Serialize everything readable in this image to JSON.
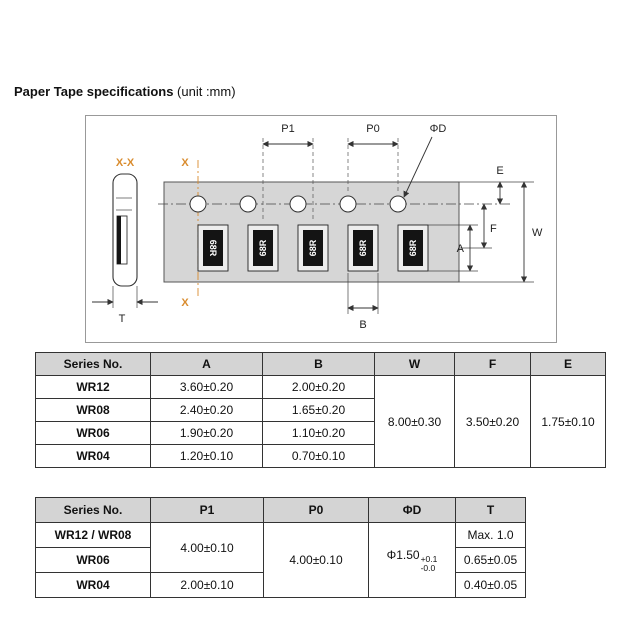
{
  "page": {
    "title_bold": "Paper Tape specifications",
    "title_unit": " (unit :mm)"
  },
  "diagram": {
    "labels": {
      "section": "X-X",
      "x": "X",
      "p1": "P1",
      "p0": "P0",
      "phi_d": "ΦD",
      "e": "E",
      "f": "F",
      "w": "W",
      "a": "A",
      "b": "B",
      "t": "T"
    },
    "chip_label": "68R",
    "colors": {
      "accent_orange": "#d98c2e",
      "tape_gray": "#d6d6d6",
      "chip_black": "#141414",
      "table_header_gray": "#d4d4d4"
    }
  },
  "table1": {
    "headers": [
      "Series No.",
      "A",
      "B",
      "W",
      "F",
      "E"
    ],
    "rows": [
      {
        "series": "WR12",
        "a": "3.60±0.20",
        "b": "2.00±0.20"
      },
      {
        "series": "WR08",
        "a": "2.40±0.20",
        "b": "1.65±0.20"
      },
      {
        "series": "WR06",
        "a": "1.90±0.20",
        "b": "1.10±0.20"
      },
      {
        "series": "WR04",
        "a": "1.20±0.10",
        "b": "0.70±0.10"
      }
    ],
    "merged": {
      "w": "8.00±0.30",
      "f": "3.50±0.20",
      "e": "1.75±0.10"
    }
  },
  "table2": {
    "headers": [
      "Series No.",
      "P1",
      "P0",
      "ΦD",
      "T"
    ],
    "rows": [
      {
        "series": "WR12 / WR08",
        "t": "Max. 1.0"
      },
      {
        "series": "WR06",
        "t": "0.65±0.05"
      },
      {
        "series": "WR04",
        "t": "0.40±0.05"
      }
    ],
    "merged": {
      "p1_top": "4.00±0.10",
      "p1_wr04": "2.00±0.10",
      "p0": "4.00±0.10",
      "phid_base": "Φ1.50",
      "phid_plus": "+0.1",
      "phid_minus": "-0.0"
    }
  }
}
